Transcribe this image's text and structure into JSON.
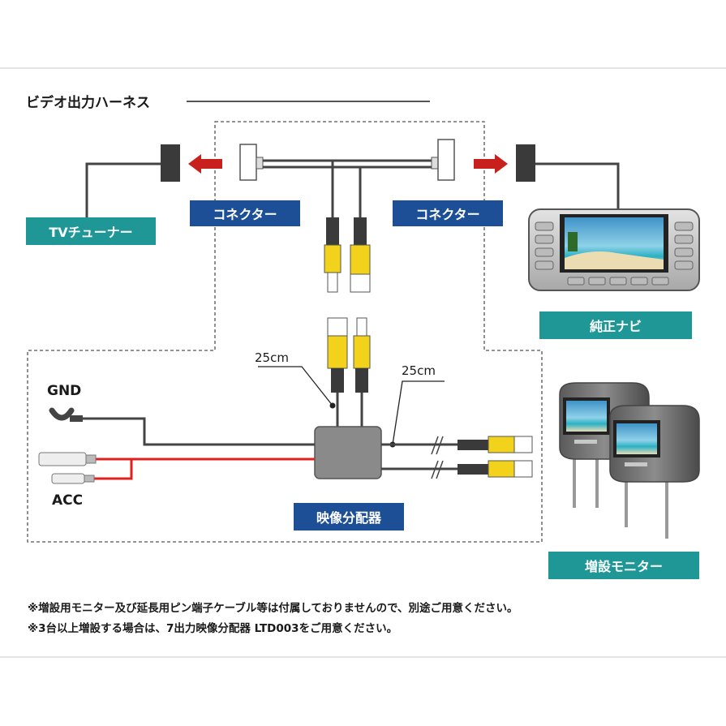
{
  "title": "ビデオ出力ハーネス",
  "labels": {
    "connector_left": "コネクター",
    "connector_right": "コネクター",
    "tv_tuner": "TVチューナー",
    "genuine_navi": "純正ナビ",
    "video_splitter": "映像分配器",
    "extra_monitor": "増設モニター",
    "gnd": "GND",
    "acc": "ACC",
    "length_left": "25cm",
    "length_right": "25cm"
  },
  "notes": [
    "※増設用モニター及び延長用ピン端子ケーブル等は付属しておりませんので、別途ご用意ください。",
    "※3台以上増設する場合は、7出力映像分配器 LTD003をご用意ください。"
  ],
  "colors": {
    "connector_tag": "#1d4f96",
    "device_tag": "#1f9797",
    "power_wire": "#e0201c",
    "rca_yellow": "#f2d21a",
    "arrow": "#c8201c"
  }
}
